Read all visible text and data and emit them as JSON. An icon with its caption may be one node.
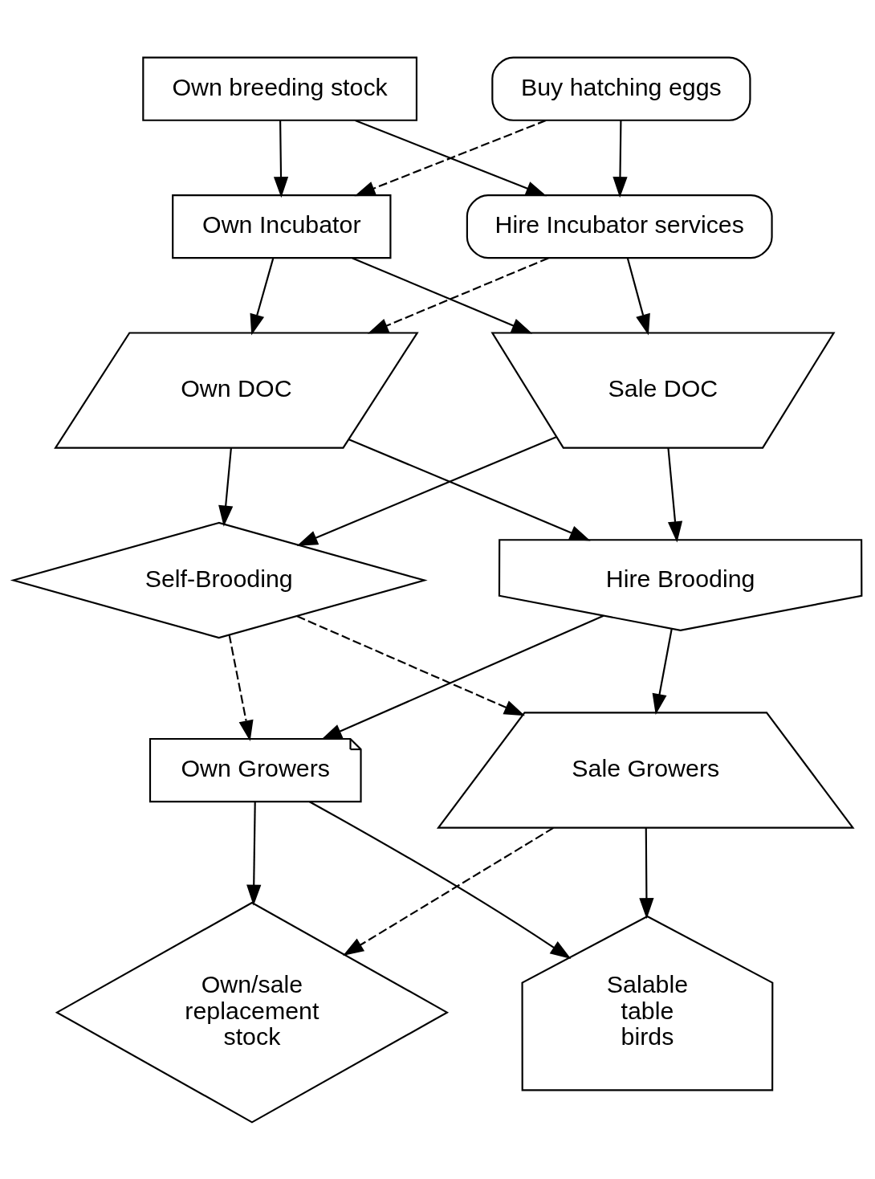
{
  "diagram": {
    "nodes": [
      {
        "text": [
          "Own breeding stock"
        ]
      },
      {
        "text": [
          "Buy hatching eggs"
        ]
      },
      {
        "text": [
          "Own Incubator"
        ]
      },
      {
        "text": [
          "Hire Incubator services"
        ]
      },
      {
        "text": [
          "Own DOC"
        ]
      },
      {
        "text": [
          "Sale DOC"
        ]
      },
      {
        "text": [
          "Self-Brooding"
        ]
      },
      {
        "text": [
          "Hire Brooding"
        ]
      },
      {
        "text": [
          "Own Growers"
        ]
      },
      {
        "text": [
          "Sale Growers"
        ]
      },
      {
        "text": [
          "Own/sale replacement stock"
        ]
      },
      {
        "text": [
          "Salable table birds"
        ]
      }
    ],
    "edges": [
      {
        "from": 0,
        "to": 2,
        "arrow": "to"
      },
      {
        "from": 0,
        "to": 3,
        "arrow": "to"
      },
      {
        "from": 1,
        "to": 2,
        "arrow": "to",
        "style": "dashed"
      },
      {
        "from": 1,
        "to": 3,
        "arrow": "to"
      },
      {
        "from": 2,
        "to": 4,
        "arrow": "to"
      },
      {
        "from": 2,
        "to": 5,
        "arrow": "to"
      },
      {
        "from": 3,
        "to": 4,
        "arrow": "to",
        "style": "dashed"
      },
      {
        "from": 3,
        "to": 5,
        "arrow": "to"
      },
      {
        "from": 4,
        "to": 6,
        "arrow": "to"
      },
      {
        "from": 4,
        "to": 7,
        "arrow": "to"
      },
      {
        "from": 5,
        "to": 6,
        "arrow": "to"
      },
      {
        "from": 5,
        "to": 7,
        "arrow": "to"
      },
      {
        "from": 6,
        "to": 8,
        "arrow": "to",
        "style": "dashed"
      },
      {
        "from": 6,
        "to": 9,
        "arrow": "to",
        "style": "dashed"
      },
      {
        "from": 7,
        "to": 8,
        "arrow": "to"
      },
      {
        "from": 7,
        "to": 9,
        "arrow": "to"
      },
      {
        "from": 8,
        "to": 10,
        "arrow": "to"
      },
      {
        "from": 8,
        "to": 11,
        "arrow": "to"
      },
      {
        "from": 9,
        "to": 10,
        "arrow": "to",
        "style": "dashed"
      },
      {
        "from": 9,
        "to": 11,
        "arrow": "to"
      }
    ]
  }
}
